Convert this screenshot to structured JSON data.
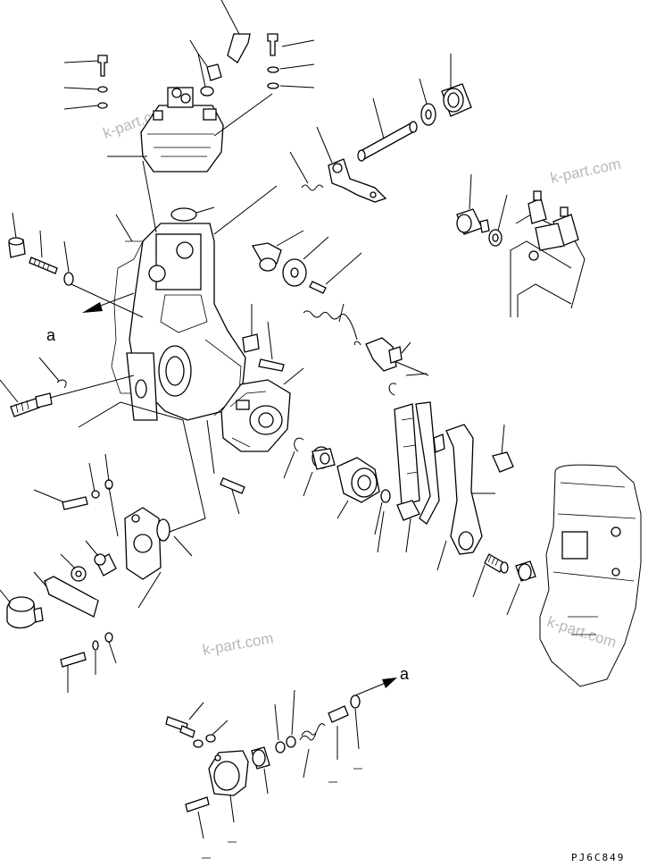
{
  "labels": {
    "view_a_left": "a",
    "view_a_bottom": "a"
  },
  "watermarks": [
    "k-part.com",
    "k-part.com",
    "k-part.com",
    "k-part.com"
  ],
  "figure_code": "PJ6C849"
}
